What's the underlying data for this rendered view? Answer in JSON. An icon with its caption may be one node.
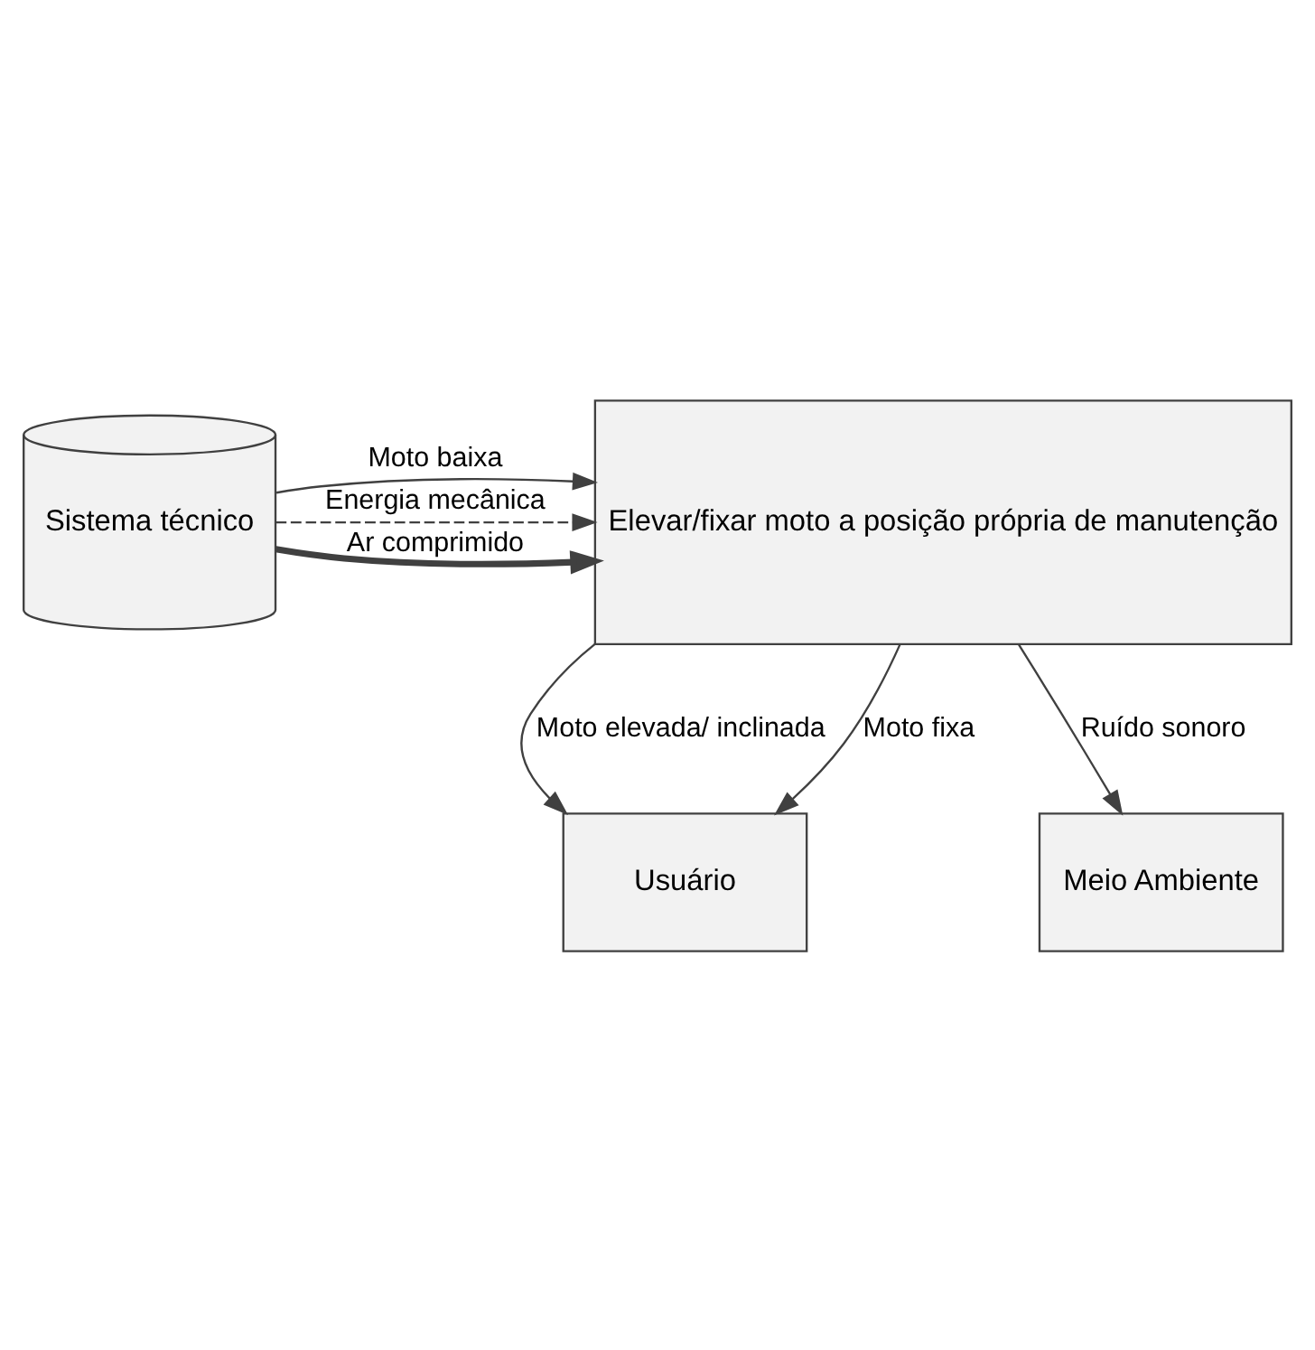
{
  "diagram": {
    "nodes": [
      {
        "text": [
          "Usuário"
        ]
      },
      {
        "text": [
          "Sistema técnico"
        ]
      },
      {
        "text": [
          "Elevar/fixar moto a posição própria de manutenção"
        ]
      },
      {
        "text": [
          "Meio Ambiente"
        ]
      }
    ],
    "edges": [
      {
        "from": 2,
        "to": 0,
        "arrow": "to",
        "label": "Moto elevada/ inclinada"
      },
      {
        "from": 2,
        "to": 0,
        "arrow": "to",
        "label": "Moto fixa"
      },
      {
        "from": 1,
        "to": 2,
        "arrow": "to",
        "label": "Ar comprimido",
        "style": "thick"
      },
      {
        "from": 1,
        "to": 2,
        "arrow": "to",
        "label": "Moto baixa"
      },
      {
        "from": 1,
        "to": 2,
        "arrow": "to",
        "label": "Energia mecânica",
        "style": "dashed"
      },
      {
        "from": 2,
        "to": 3,
        "arrow": "to",
        "label": "Ruído sonoro"
      }
    ]
  }
}
